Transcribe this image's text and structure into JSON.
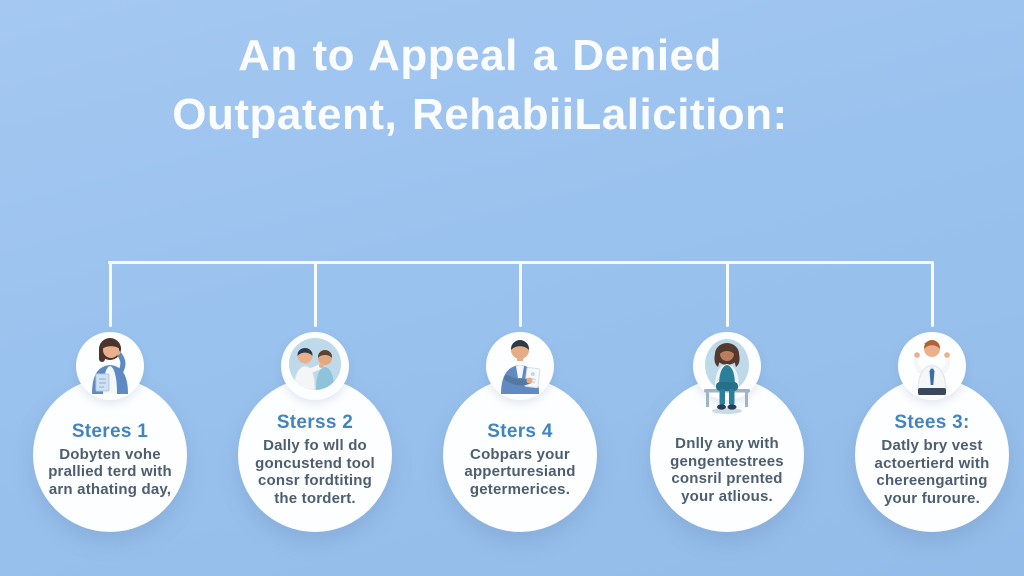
{
  "title": {
    "line1": "An to Appeal a Denied",
    "line2": "Outpatent, RehabiiLalicition:"
  },
  "colors": {
    "background": "#9ac2ee",
    "title_text": "#fafcff",
    "circle_fill": "#fdfeff",
    "heading_text": "#4285bd",
    "body_text": "#4c5e70",
    "connector_line": "#f8fafd",
    "icon_disc": "#bdd9ea"
  },
  "steps": [
    {
      "icon": "woman-on-phone-icon",
      "heading": "Steres 1",
      "lines": [
        "Dobyten vohe",
        "prallied terd with",
        "arn athating day,"
      ]
    },
    {
      "icon": "doctor-with-patient-icon",
      "heading": "Sterss 2",
      "lines": [
        "Dally fo wll do",
        "goncustend tool",
        "consr fordtiting",
        "the tordert."
      ]
    },
    {
      "icon": "man-with-document-icon",
      "heading": "Sters 4",
      "lines": [
        "Cobpars your",
        "apperturesiand",
        "getermerices."
      ]
    },
    {
      "icon": "seated-patient-icon",
      "heading": "",
      "lines": [
        "Dnlly any with",
        "gengentestrees",
        "consril prented",
        "your atlious."
      ]
    },
    {
      "icon": "man-celebrating-icon",
      "heading": "Stees 3:",
      "lines": [
        "Datly bry vest",
        "actoertierd with",
        "chereengarting",
        "your furoure."
      ]
    }
  ]
}
